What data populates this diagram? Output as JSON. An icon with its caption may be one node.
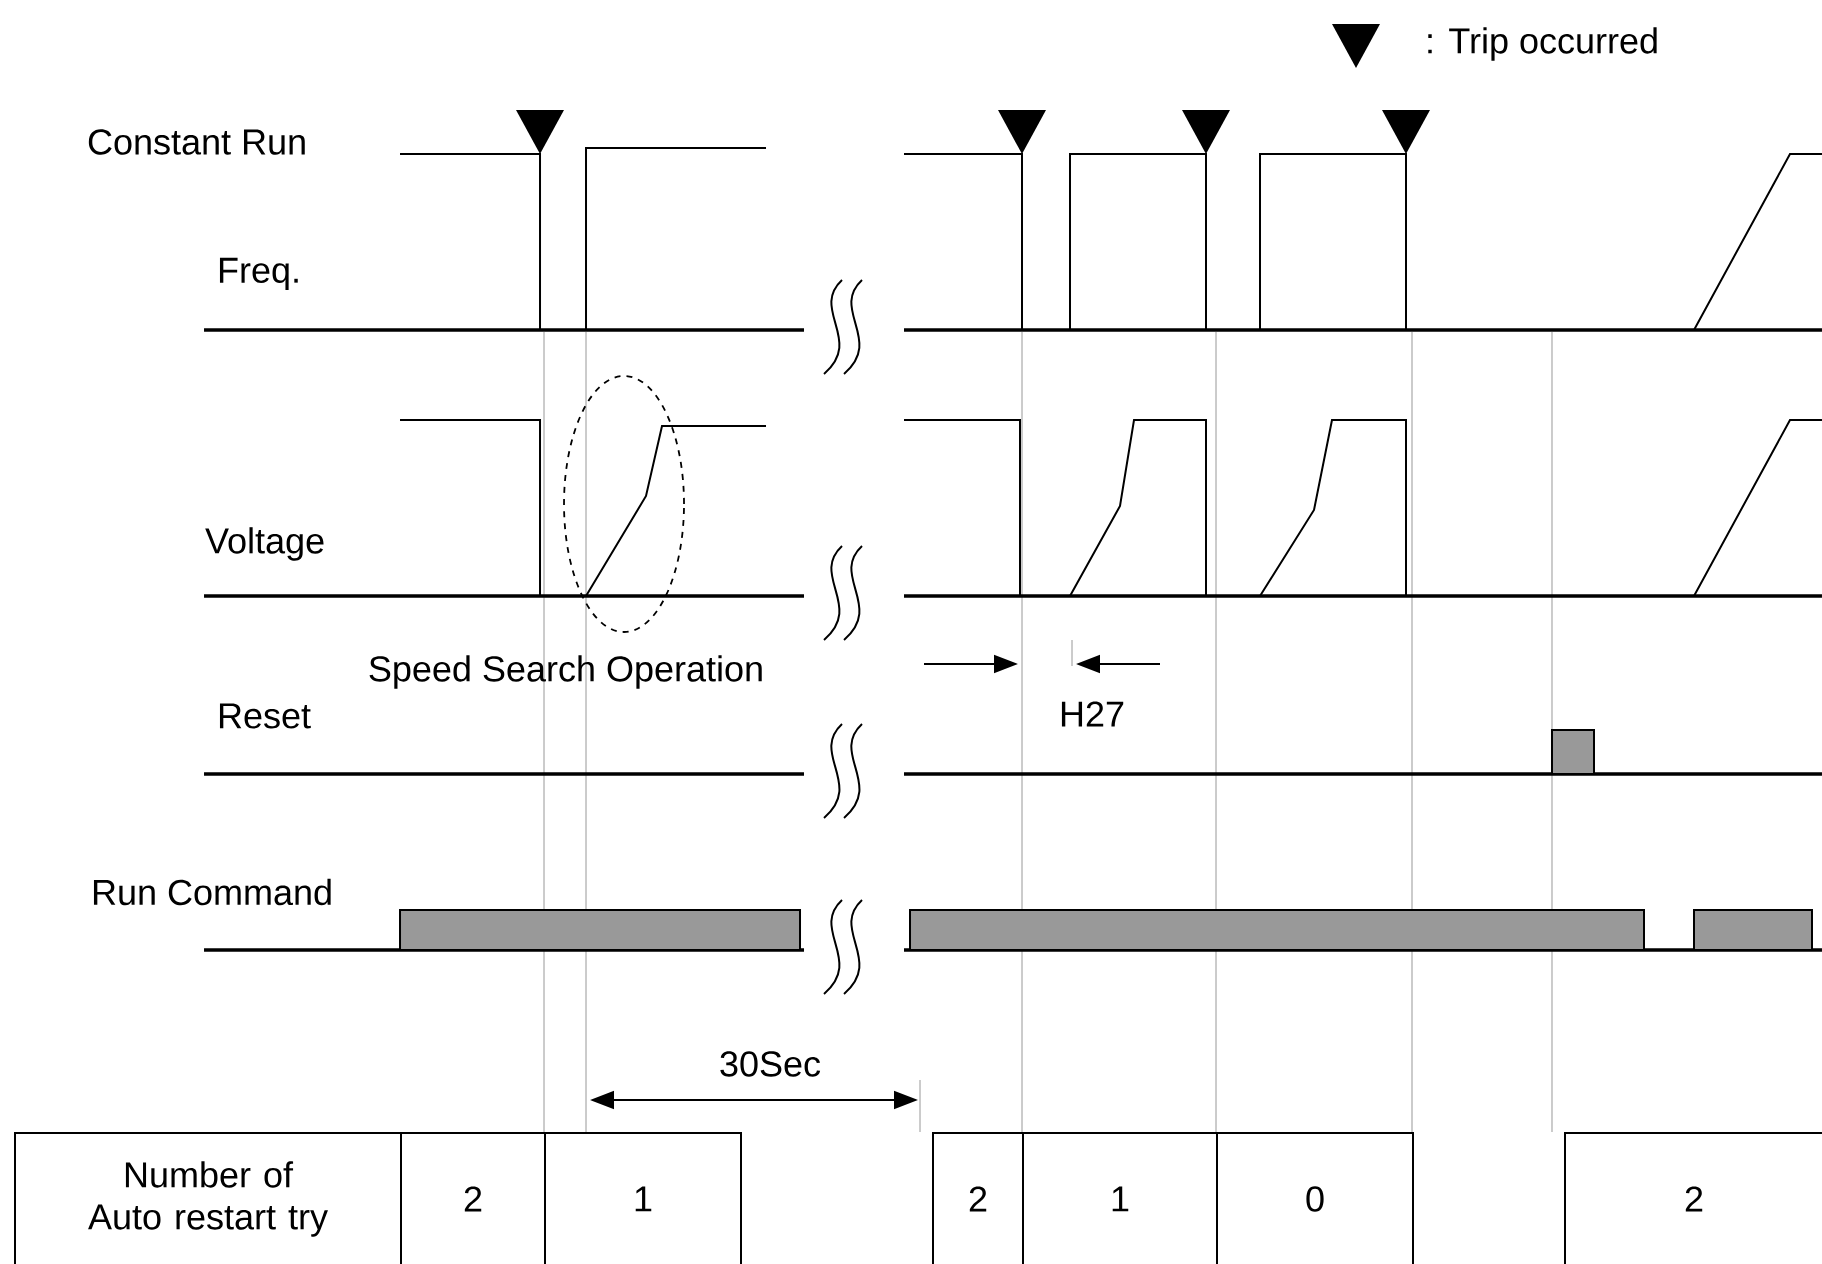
{
  "diagram": {
    "nodes": [
      {
        "text": [
          "Number of Auto restart try"
        ]
      },
      {
        "text": [
          "2"
        ]
      },
      {
        "text": [
          "1"
        ]
      },
      {
        "text": [
          "2"
        ]
      },
      {
        "text": [
          "1"
        ]
      },
      {
        "text": [
          "0"
        ]
      },
      {
        "text": [
          "2"
        ]
      }
    ],
    "labels": [
      "Constant Run",
      "Freq.",
      "Voltage",
      "Speed Search Operation",
      "H27",
      "Reset",
      "Run Command",
      "30Sec"
    ],
    "legend": [
      {
        "text": ": Trip occurred"
      }
    ]
  }
}
